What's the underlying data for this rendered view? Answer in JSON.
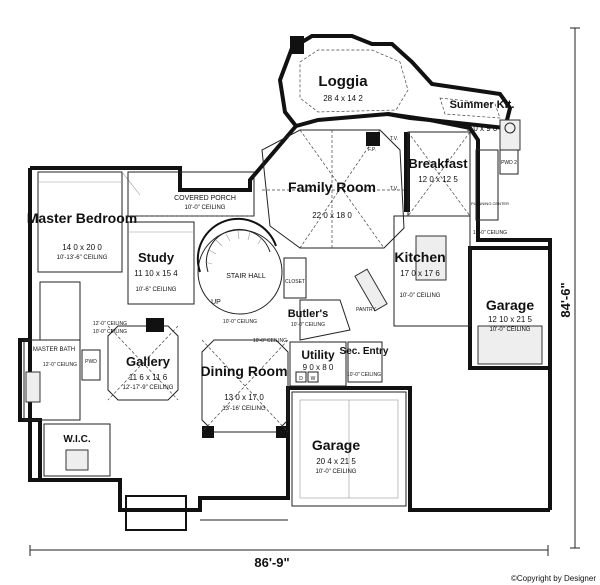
{
  "rooms": {
    "loggia": {
      "name": "Loggia",
      "dim": "28 4 x 14 2"
    },
    "summer_kit": {
      "name": "Summer Kit.",
      "dim": "9 0 x 9 0"
    },
    "family_room": {
      "name": "Family Room",
      "dim": "22 0 x 18 0"
    },
    "breakfast": {
      "name": "Breakfast",
      "dim": "12 0 x 12 5"
    },
    "master_bedroom": {
      "name": "Master Bedroom",
      "dim": "14 0 x 20 0",
      "ceiling": "10'-13'-6\" CEILING"
    },
    "covered_porch": {
      "name": "COVERED PORCH",
      "ceiling": "10'-0\" CEILING"
    },
    "study": {
      "name": "Study",
      "dim": "11 10 x 15 4",
      "ceiling": "10'-6\" CEILING"
    },
    "stair_hall": {
      "name": "STAIR HALL"
    },
    "kitchen": {
      "name": "Kitchen",
      "dim": "17 0 x 17 6",
      "ceiling": "10'-0\" CEILING"
    },
    "garage_right": {
      "name": "Garage",
      "dim": "12 10 x 21 5",
      "ceiling": "10'-0\" CEILING"
    },
    "gallery": {
      "name": "Gallery",
      "dim": "11 6 x 11 6",
      "ceiling": "12'-17'-9\" CEILING"
    },
    "dining_room": {
      "name": "Dining Room",
      "dim": "13 0 x 17 0",
      "ceiling": "13'-16' CEILING"
    },
    "butlers": {
      "name": "Butler's",
      "ceiling": "10'-0\" CEILING"
    },
    "utility": {
      "name": "Utility",
      "dim": "9 0 x 8 0"
    },
    "sec_entry": {
      "name": "Sec. Entry",
      "ceiling": "10'-0\" CEILING"
    },
    "master_bath": {
      "name": "MASTER BATH",
      "ceiling": "12'-0\" CEILING"
    },
    "wic": {
      "name": "W.I.C."
    },
    "garage_main": {
      "name": "Garage",
      "dim": "20 4 x 21 5",
      "ceiling": "10'-0\" CEILING"
    }
  },
  "labels": {
    "closet": "CLOSET",
    "pantry": "PANTRY",
    "pwd": "PWD",
    "pwd2": "PWD 2",
    "planning_center": "PLANNING CENTER",
    "up": "UP",
    "tv1": "T.V.",
    "tv2": "T.V.",
    "fp": "F.P.",
    "w": "W",
    "d": "D",
    "ceiling_10_0": "10'-0\" CEILING",
    "ceiling_10_0b": "10'-0\" CEILING",
    "ceiling_10_0c": "10'-0\" CEILING",
    "ceiling_10_0d": "10'-0\" CEILING",
    "ceiling_12_0": "12'-0\" CEILING"
  },
  "dimensions": {
    "width": "86'-9\"",
    "depth": "84'-6\""
  },
  "copyright": "©Copyright by Designer"
}
